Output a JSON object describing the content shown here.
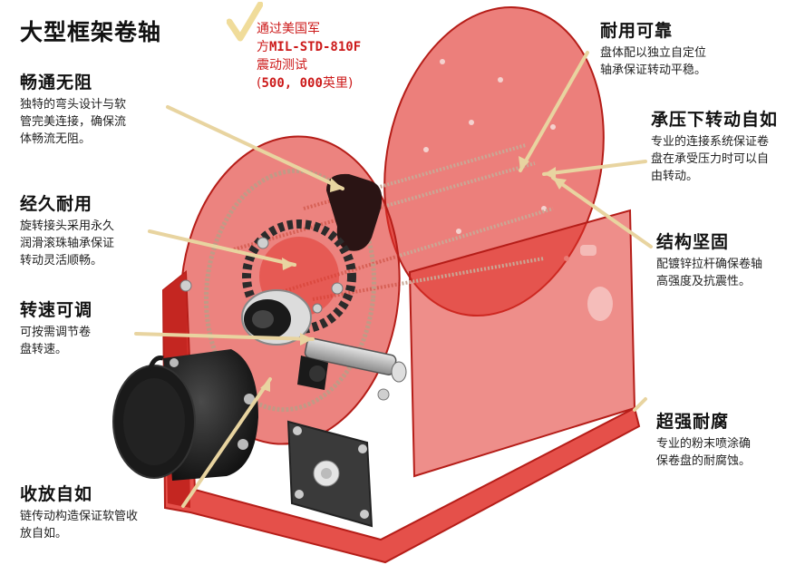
{
  "title": "大型框架卷轴",
  "certification": {
    "line1": "通过美国军",
    "line2_pre": "方",
    "line2_code": "MIL-STD-810F",
    "line3": "震动测试",
    "line4_open": "(",
    "line4_num": "500, 000",
    "line4_unit": "英里)"
  },
  "features": [
    {
      "id": "smooth-flow",
      "heading": "畅通无阻",
      "lines": [
        "独特的弯头设计与软",
        "管完美连接，确保流",
        "体畅流无阻。"
      ]
    },
    {
      "id": "durable",
      "heading": "经久耐用",
      "lines": [
        "旋转接头采用永久",
        "润滑滚珠轴承保证",
        "转动灵活顺畅。"
      ]
    },
    {
      "id": "speed",
      "heading": "转速可调",
      "lines": [
        "可按需调节卷",
        "盘转速。"
      ]
    },
    {
      "id": "retract",
      "heading": "收放自如",
      "lines": [
        "链传动构造保证软管收",
        "放自如。"
      ]
    },
    {
      "id": "reliable",
      "heading": "耐用可靠",
      "lines": [
        "盘体配以独立自定位",
        "轴承保证转动平稳。"
      ]
    },
    {
      "id": "pressure",
      "heading": "承压下转动自如",
      "lines": [
        "专业的连接系统保证卷",
        "盘在承受压力时可以自",
        "由转动。"
      ]
    },
    {
      "id": "structure",
      "heading": "结构坚固",
      "lines": [
        "配镀锌拉杆确保卷轴",
        "高强度及抗震性。"
      ]
    },
    {
      "id": "corrosion",
      "heading": "超强耐腐",
      "lines": [
        "专业的粉末喷涂确",
        "保卷盘的耐腐蚀。"
      ]
    }
  ],
  "colors": {
    "reel_red": "#e0312a",
    "accent_red": "#cc1a1a",
    "callout_gold": "#e8d4a0",
    "motor_black": "#1a1a1a"
  }
}
